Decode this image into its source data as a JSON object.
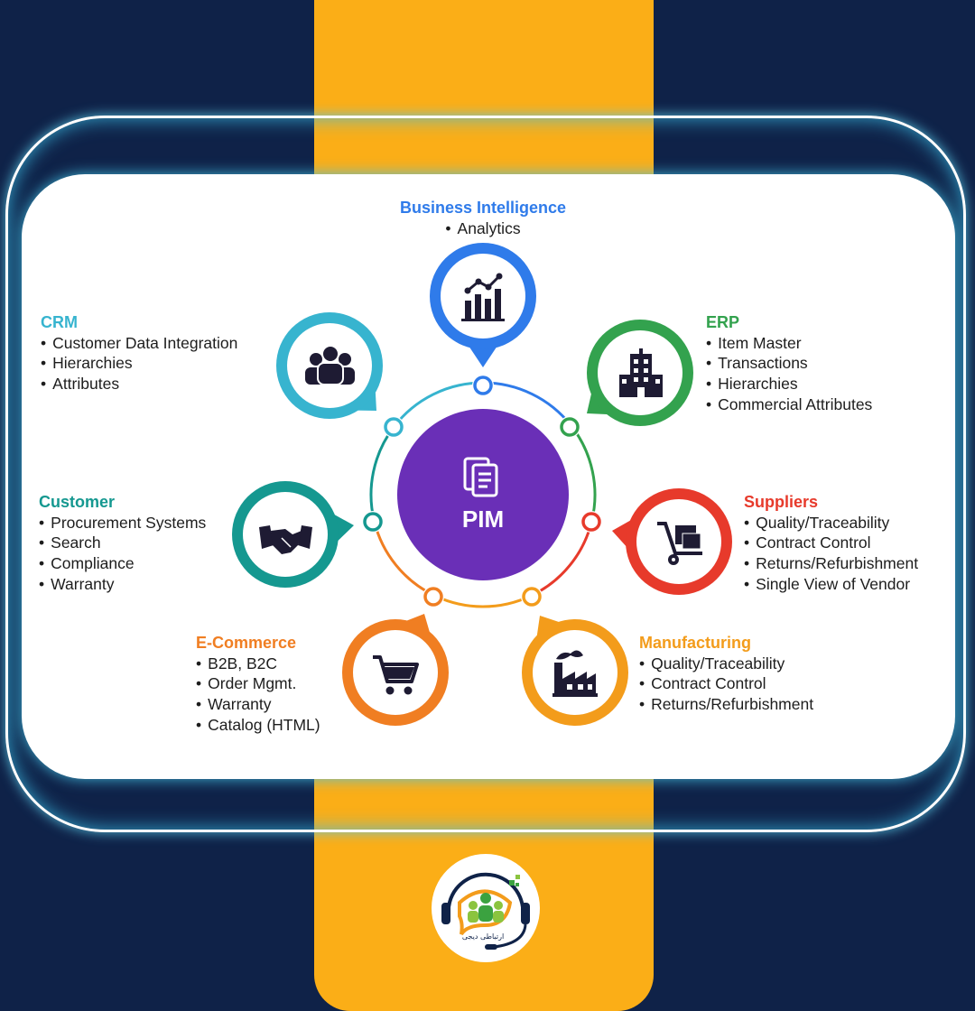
{
  "center": {
    "label": "PIM",
    "icon": "documents-icon",
    "color": "#6a2fb7"
  },
  "ring_color": "#3f80d8",
  "nodes": [
    {
      "key": "bi",
      "title": "Business Intelligence",
      "color": "#2f7bea",
      "icon": "bar-chart-icon",
      "items": [
        "Analytics"
      ]
    },
    {
      "key": "erp",
      "title": "ERP",
      "color": "#33a24e",
      "icon": "building-icon",
      "items": [
        "Item Master",
        "Transactions",
        "Hierarchies",
        "Commercial Attributes"
      ]
    },
    {
      "key": "suppliers",
      "title": "Suppliers",
      "color": "#e73a2b",
      "icon": "hand-truck-icon",
      "items": [
        "Quality/Traceability",
        "Contract Control",
        "Returns/Refurbishment",
        "Single View of Vendor"
      ]
    },
    {
      "key": "manufacturing",
      "title": "Manufacturing",
      "color": "#f39c1b",
      "icon": "factory-icon",
      "items": [
        "Quality/Traceability",
        "Contract Control",
        "Returns/Refurbishment"
      ]
    },
    {
      "key": "ecommerce",
      "title": "E-Commerce",
      "color": "#f07e22",
      "icon": "shopping-cart-icon",
      "items": [
        "B2B, B2C",
        "Order Mgmt.",
        "Warranty",
        "Catalog (HTML)"
      ]
    },
    {
      "key": "customer",
      "title": "Customer",
      "color": "#159890",
      "icon": "handshake-icon",
      "items": [
        "Procurement Systems",
        "Search",
        "Compliance",
        "Warranty"
      ]
    },
    {
      "key": "crm",
      "title": "CRM",
      "color": "#37b4cf",
      "icon": "people-group-icon",
      "items": [
        "Customer Data Integration",
        "Hierarchies",
        "Attributes"
      ]
    }
  ],
  "logo": {
    "icon": "support-headset-logo",
    "text": "ارتباطی دیجی"
  },
  "colors": {
    "background": "#0f2248",
    "band": "#fbae17",
    "card": "#ffffff"
  }
}
